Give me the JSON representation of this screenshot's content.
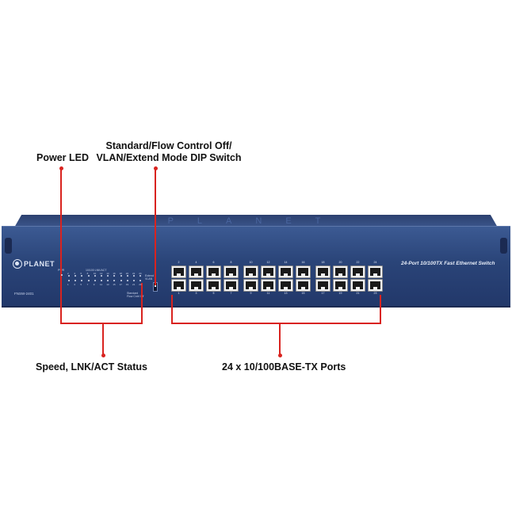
{
  "callouts": {
    "power_led": "Power LED",
    "dip_switch_line1": "Standard/Flow Control Off/",
    "dip_switch_line2": "VLAN/Extend Mode DIP Switch",
    "speed_status": "Speed, LNK/ACT Status",
    "ports": "24 x 10/100BASE-TX Ports"
  },
  "device": {
    "brand": "PLANET",
    "top_watermark": "PLANET",
    "model": "FNSW-2401",
    "product_title": "24-Port 10/100TX Fast Ethernet Switch",
    "pwr_label": "PWR",
    "led_header": "10/100 LNK/ACT",
    "led_numbers": [
      "2",
      "4",
      "6",
      "8",
      "10",
      "12",
      "14",
      "16",
      "18",
      "20",
      "22",
      "24"
    ],
    "led_numbers_bottom": [
      "1",
      "3",
      "5",
      "7",
      "9",
      "11",
      "13",
      "15",
      "17",
      "19",
      "21",
      "23"
    ],
    "dip_label_top": "Extend\nVLAN",
    "dip_label_bottom": "Standard\nFlow Cntrl Off",
    "port_top_numbers": [
      "2",
      "4",
      "6",
      "8",
      "10",
      "12",
      "14",
      "16",
      "18",
      "20",
      "22",
      "24"
    ],
    "port_bottom_numbers": [
      "1",
      "3",
      "5",
      "7",
      "9",
      "11",
      "13",
      "15",
      "17",
      "19",
      "21",
      "23"
    ]
  },
  "colors": {
    "chassis": "#2a4478",
    "leader_line": "#d9231f"
  }
}
